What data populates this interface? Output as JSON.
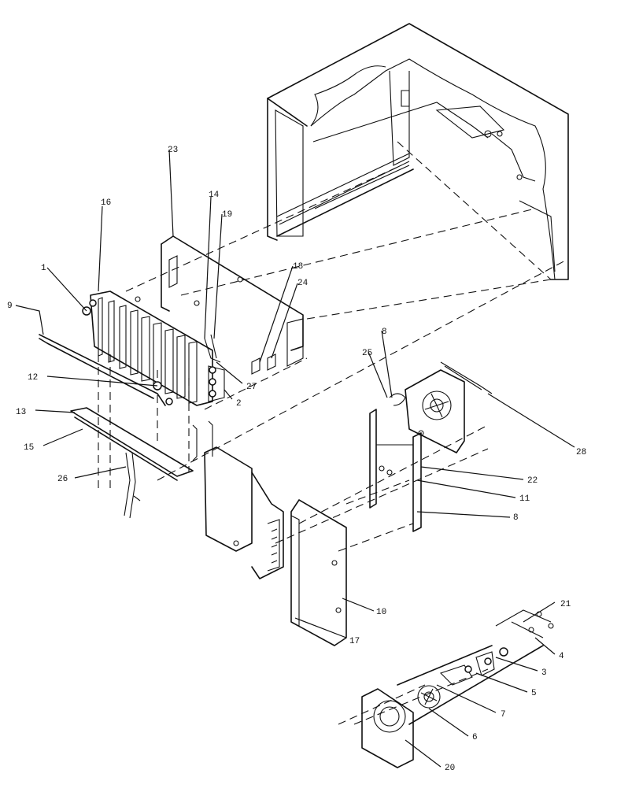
{
  "diagram": {
    "callouts": [
      {
        "key": "c23",
        "text": "23"
      },
      {
        "key": "c16",
        "text": "16"
      },
      {
        "key": "c14",
        "text": "14"
      },
      {
        "key": "c19",
        "text": "19"
      },
      {
        "key": "c1",
        "text": "1"
      },
      {
        "key": "c9",
        "text": "9"
      },
      {
        "key": "c18",
        "text": "18"
      },
      {
        "key": "c24",
        "text": "24"
      },
      {
        "key": "c8a",
        "text": "8"
      },
      {
        "key": "c25",
        "text": "25"
      },
      {
        "key": "c27",
        "text": "27"
      },
      {
        "key": "c12",
        "text": "12"
      },
      {
        "key": "c2",
        "text": "2"
      },
      {
        "key": "c13",
        "text": "13"
      },
      {
        "key": "c15",
        "text": "15"
      },
      {
        "key": "c26",
        "text": "26"
      },
      {
        "key": "c28",
        "text": "28"
      },
      {
        "key": "c22",
        "text": "22"
      },
      {
        "key": "c11",
        "text": "11"
      },
      {
        "key": "c8b",
        "text": "8"
      },
      {
        "key": "c10",
        "text": "10"
      },
      {
        "key": "c17",
        "text": "17"
      },
      {
        "key": "c21",
        "text": "21"
      },
      {
        "key": "c4",
        "text": "4"
      },
      {
        "key": "c3",
        "text": "3"
      },
      {
        "key": "c5",
        "text": "5"
      },
      {
        "key": "c7",
        "text": "7"
      },
      {
        "key": "c6",
        "text": "6"
      },
      {
        "key": "c20",
        "text": "20"
      }
    ]
  }
}
